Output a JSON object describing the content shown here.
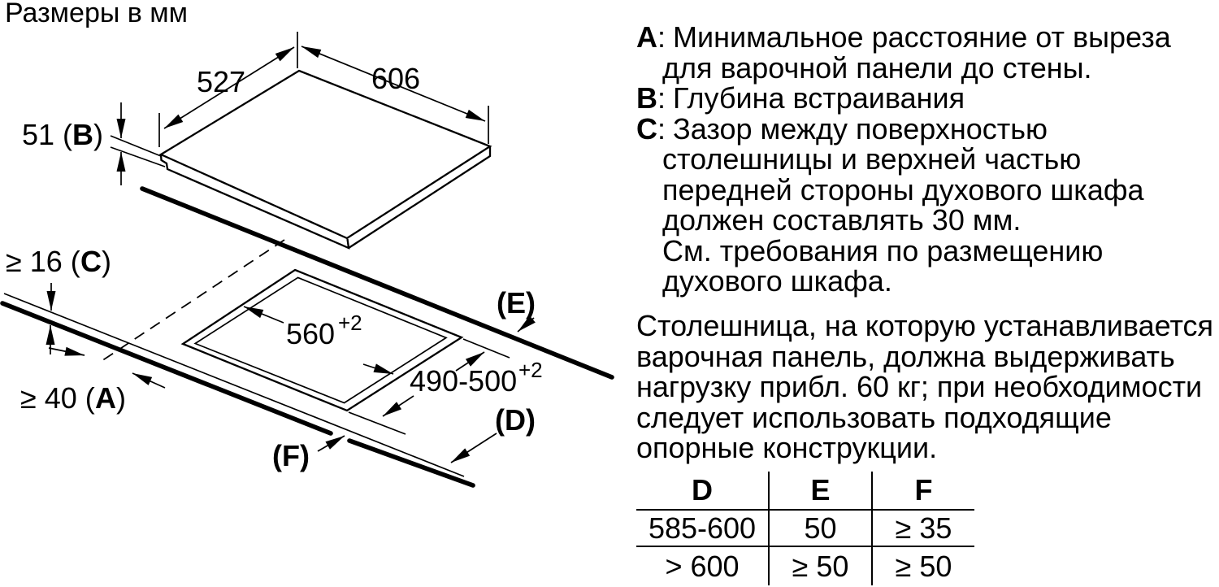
{
  "title": "Размеры в мм",
  "diagram": {
    "dim_527": "527",
    "dim_606": "606",
    "b_prefix": "51 (",
    "b_letter": "B",
    "b_close": ")",
    "c_prefix": "≥ 16 (",
    "c_letter": "C",
    "c_close": ")",
    "a_prefix": "≥ 40 (",
    "a_letter": "A",
    "a_close": ")",
    "dim_560": "560",
    "dim_560_sup": "+2",
    "dim_490": "490-500",
    "dim_490_sup": "+2",
    "label_e": "(E)",
    "label_d": "(D)",
    "label_f": "(F)"
  },
  "definitions": [
    {
      "letter": "A",
      "colon": ":",
      "lines": [
        "Минимальное расстояние от выреза",
        "для варочной панели до стены."
      ]
    },
    {
      "letter": "B",
      "colon": ":",
      "lines": [
        "Глубина встраивания"
      ]
    },
    {
      "letter": "C",
      "colon": ":",
      "lines": [
        "Зазор между поверхностью",
        "столешницы и верхней частью",
        "передней стороны духового шкафа",
        "должен составлять 30 мм.",
        "См. требования по размещению",
        "духового шкафа."
      ]
    }
  ],
  "paragraph_lines": [
    "Столешница, на которую устанавливается",
    "варочная панель, должна выдерживать",
    "нагрузку прибл. 60 кг; при необходимости",
    "следует использовать подходящие",
    "опорные конструкции."
  ],
  "table": {
    "headers": [
      "D",
      "E",
      "F"
    ],
    "rows": [
      [
        "585-600",
        "50",
        "≥ 35"
      ],
      [
        "> 600",
        "≥ 50",
        "≥ 50"
      ]
    ]
  }
}
